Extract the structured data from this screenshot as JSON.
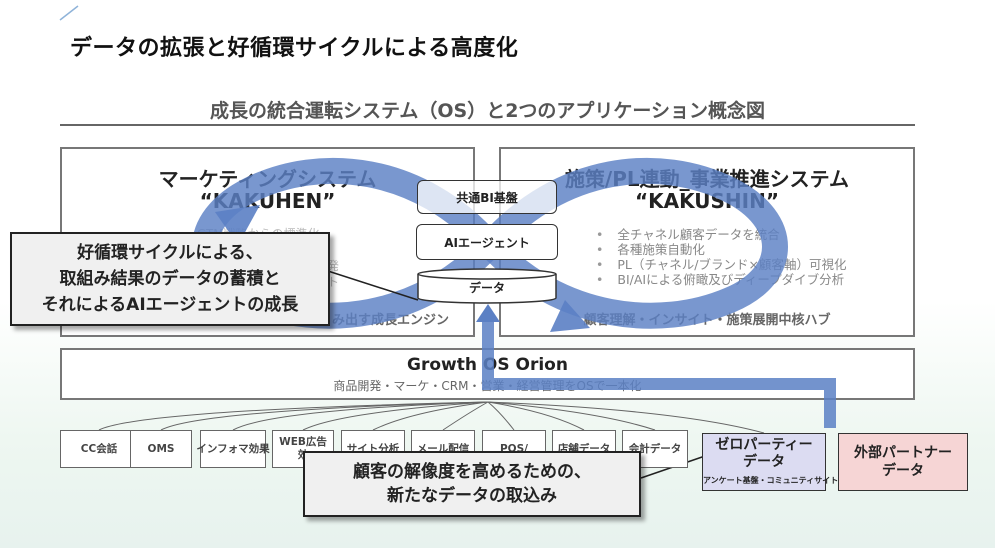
{
  "page": {
    "title": "データの拡張と好循環サイクルによる高度化",
    "subtitle": "成長の統合運転システム（OS）と2つのアプリケーション概念図"
  },
  "left_panel": {
    "title_line1": "マーケティングシステム",
    "title_line2": "“KAKUHEN”",
    "faded_1": "GTM戦略からの標準化",
    "faded_2": "発",
    "faded_3": "ト",
    "footer": "み出す成長エンジン"
  },
  "right_panel": {
    "title_line1": "施策/PL連動_事業推進システム",
    "title_line2": "“KAKUSHIN”",
    "bullets": [
      "全チャネル顧客データを統合",
      "各種施策自動化",
      "PL（チャネル/ブランド×顧客軸）可視化",
      "BI/AIによる俯瞰及びディープダイブ分析"
    ],
    "footer": "顧客理解・インサイト・施策展開中核ハブ"
  },
  "center": {
    "box1": "共通BI基盤",
    "box2": "AIエージェント",
    "db": "データ"
  },
  "callout_top": {
    "line1": "好循環サイクルによる、",
    "line2": "取組み結果のデータの蓄積と",
    "line3": "それによるAIエージェントの成長"
  },
  "orion": {
    "title": "Growth OS Orion",
    "subtitle": "商品開発・マーケ・CRM・営業・経営管理をOSで一本化"
  },
  "sources": [
    {
      "line1": "CC会話",
      "line2": ""
    },
    {
      "line1": "OMS",
      "line2": ""
    },
    {
      "line1": "インフォマ効果",
      "line2": ""
    },
    {
      "line1": "WEB広告",
      "line2": "効"
    },
    {
      "line1": "サイト分析",
      "line2": ""
    },
    {
      "line1": "メール配信",
      "line2": ""
    },
    {
      "line1": "POS/",
      "line2": ""
    },
    {
      "line1": "店舗データ",
      "line2": ""
    },
    {
      "line1": "会計データ",
      "line2": ""
    }
  ],
  "zero_party": {
    "line1": "ゼロパーティー",
    "line2": "データ",
    "sub": "アンケート基盤・コミュニティサイト"
  },
  "partner": {
    "line1": "外部パートナー",
    "line2": "データ"
  },
  "callout_bottom": {
    "line1": "顧客の解像度を高めるための、",
    "line2": "新たなデータの取込み"
  },
  "colors": {
    "cycle_arrow": "#5b80c4",
    "zero_party_fill": "#dcdcf2",
    "partner_fill": "#f6d5d5",
    "panel_border": "#777777",
    "callout_fill": "#f0f0f0"
  }
}
